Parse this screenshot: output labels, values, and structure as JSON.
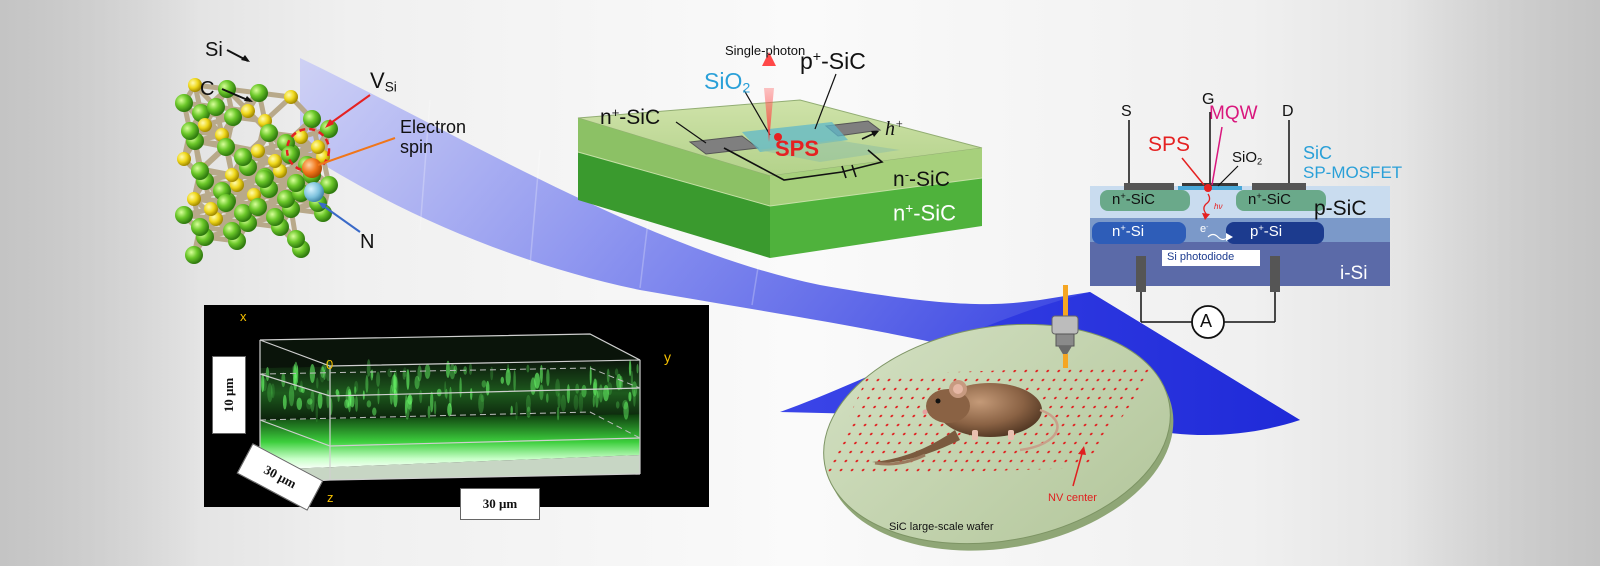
{
  "crystal": {
    "si_label": "Si",
    "c_label": "C",
    "vsi_label": "V",
    "vsi_sub": "Si",
    "electron_spin_label": "Electron\nspin",
    "n_label": "N"
  },
  "sps_device": {
    "single_photon_label": "Single-photon",
    "sio2_label": "SiO",
    "sio2_sub": "2",
    "p_sic_label": "p",
    "p_sic_sup": "+",
    "p_sic_rest": "-SiC",
    "n_sic_left_label": "n",
    "n_sic_left_sup": "+",
    "n_sic_left_rest": "-SiC",
    "sps_label": "SPS",
    "hole_label": "h",
    "hole_sup": "+",
    "n_minus_label": "n",
    "n_minus_sup": "-",
    "n_minus_rest": "-SiC",
    "n_plus_label": "n",
    "n_plus_sup": "+",
    "n_plus_rest": "-SiC"
  },
  "mosfet": {
    "s_label": "S",
    "g_label": "G",
    "d_label": "D",
    "sps_label": "SPS",
    "mqw_label": "MQW",
    "sio2_label": "SiO",
    "sio2_sub": "2",
    "sic_label": "SiC",
    "sp_mosfet_label": "SP-MOSFET",
    "n_sic_1": "n",
    "n_sic_1_sup": "+",
    "n_sic_1_rest": "-SiC",
    "n_sic_2": "n",
    "n_sic_2_sup": "+",
    "n_sic_2_rest": "-SiC",
    "p_sic_label": "p-SiC",
    "n_si": "n",
    "n_si_sup": "+",
    "n_si_rest": "-Si",
    "p_si": "p",
    "p_si_sup": "+",
    "p_si_rest": "-Si",
    "hv_label": "hν",
    "electron_label": "e",
    "electron_sup": "-",
    "photodiode_label": "Si photodiode",
    "i_si_label": "i-Si",
    "ammeter_label": "A"
  },
  "microscopy": {
    "x_label": "x",
    "y_label": "y",
    "z_label": "z",
    "o_label": "0",
    "scale_vertical": "10 μm",
    "scale_diag": "30 μm",
    "scale_horizontal": "30 μm"
  },
  "wafer": {
    "nv_center_label": "NV center",
    "wafer_label": "SiC large-scale wafer"
  },
  "colors": {
    "blue_ribbon": "#3a46e6",
    "sic_green": "#5da83a",
    "sps_red": "#e52121",
    "sio2_blue": "#2aa0d8",
    "mqw_magenta": "#d9177d",
    "wafer_green": "#c2d3ad",
    "nv_red": "#e02020",
    "atom_green": "#7bd83a",
    "atom_yellow": "#f2dd1a"
  }
}
